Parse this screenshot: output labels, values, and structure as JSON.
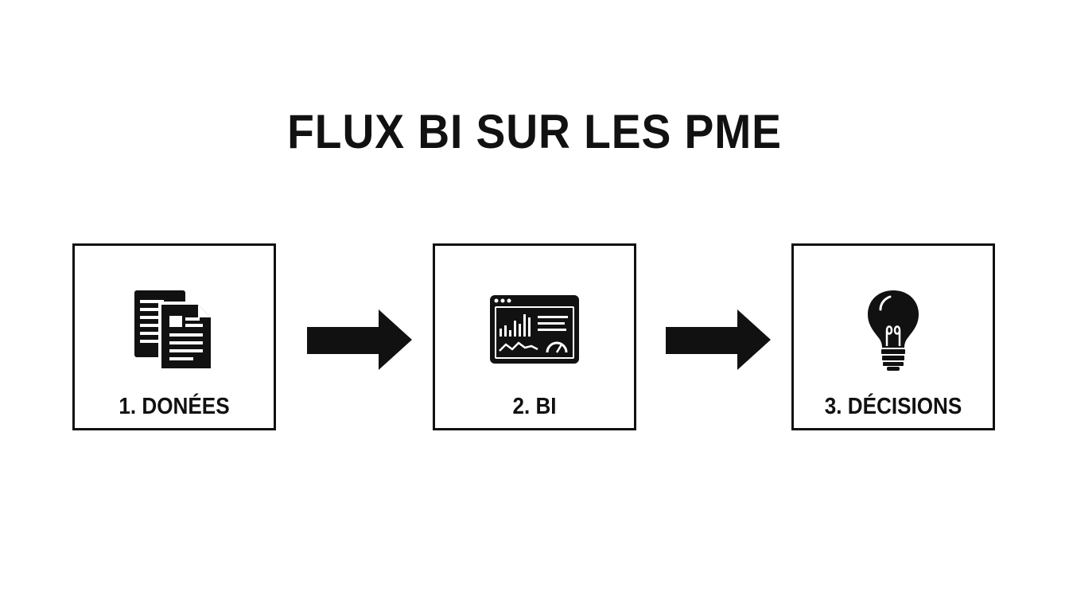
{
  "title": "FLUX BI SUR LES PME",
  "steps": [
    {
      "label": "1. DONÉES",
      "icon": "documents-icon"
    },
    {
      "label": "2. BI",
      "icon": "dashboard-icon"
    },
    {
      "label": "3. DÉCISIONS",
      "icon": "lightbulb-icon"
    }
  ],
  "connectors": [
    {
      "icon": "arrow-right-icon"
    },
    {
      "icon": "arrow-right-icon"
    }
  ],
  "colors": {
    "foreground": "#111111",
    "background": "#ffffff"
  }
}
